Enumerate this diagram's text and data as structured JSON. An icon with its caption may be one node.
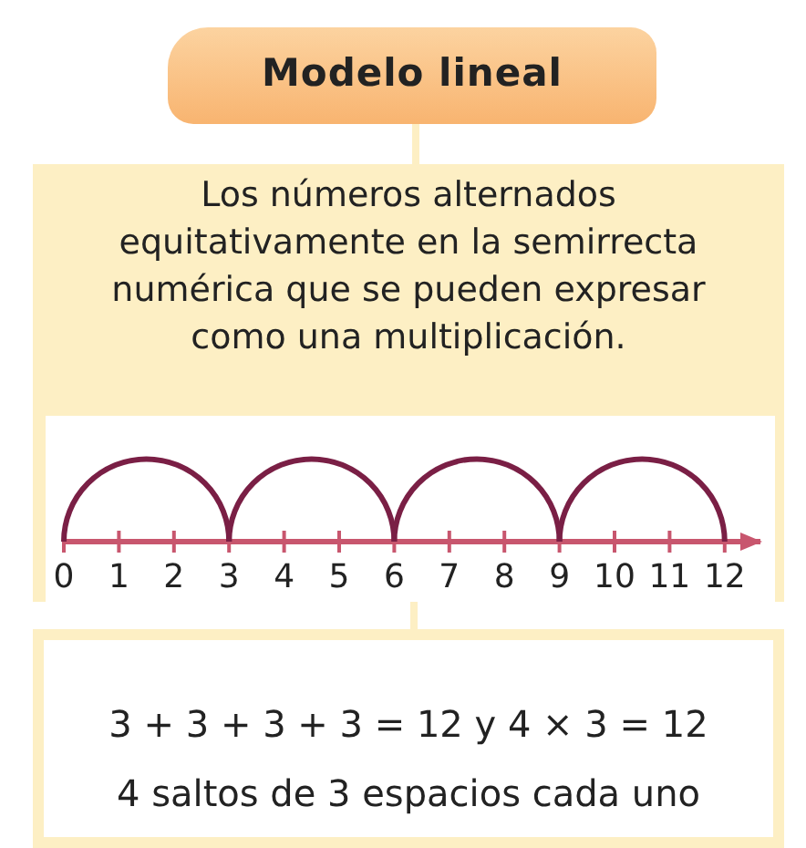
{
  "diagram": {
    "nodes": [
      {
        "text": [
          "Modelo lineal"
        ]
      },
      {
        "text": [
          "Los números alternados equitativamente en la semirrecta numérica que se pueden expresar como una multiplicación."
        ]
      },
      {
        "text": [
          "3 + 3 + 3 + 3 = 12 y 4 × 3 = 12",
          "4 saltos de 3 espacios cada uno"
        ]
      }
    ],
    "edges": [
      {
        "from": 0,
        "to": 1,
        "arrow": "none"
      },
      {
        "from": 1,
        "to": 2,
        "arrow": "none"
      }
    ],
    "labels": [
      "0",
      "1",
      "2",
      "3",
      "4",
      "5",
      "6",
      "7",
      "8",
      "9",
      "10",
      "11",
      "12"
    ]
  }
}
